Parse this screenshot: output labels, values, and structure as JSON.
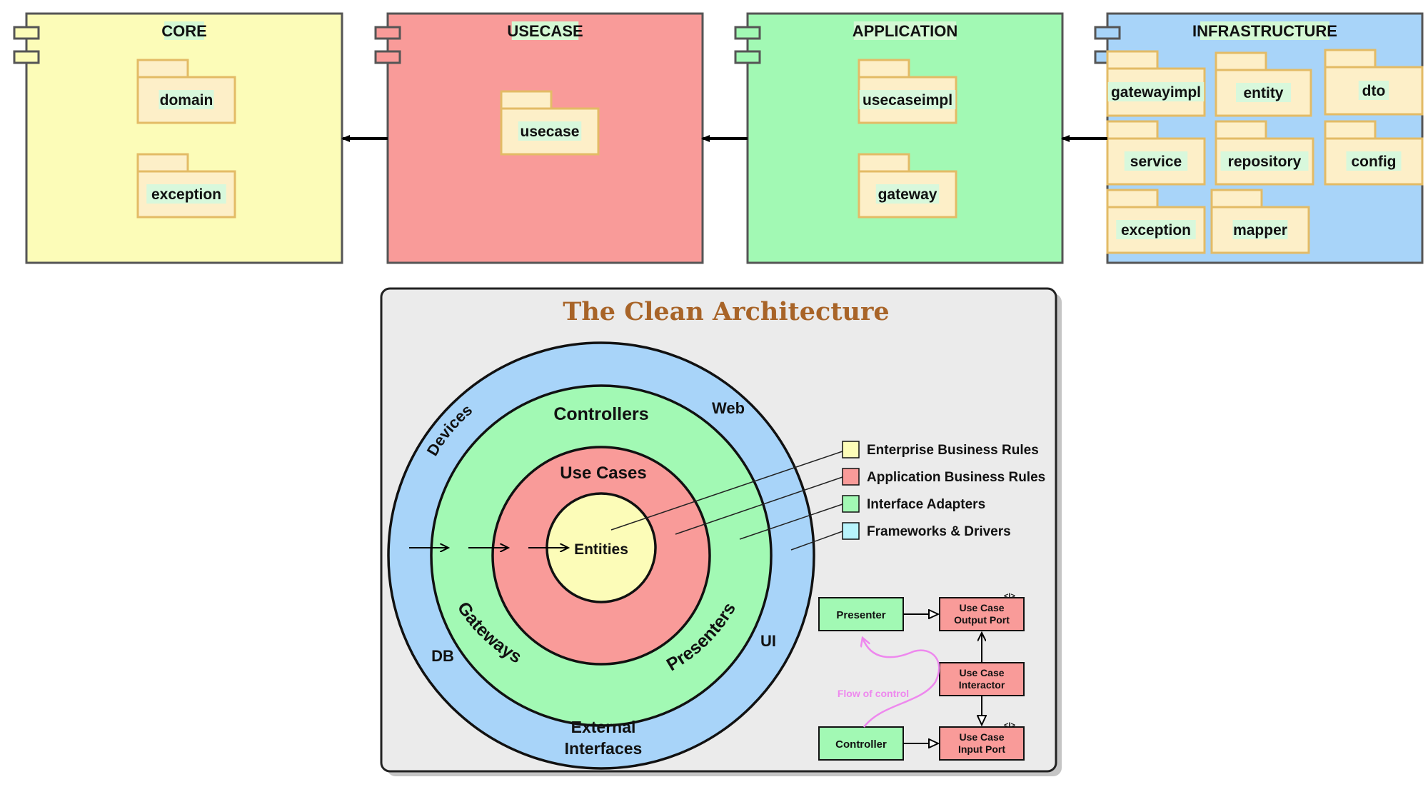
{
  "components": [
    {
      "title": "CORE",
      "fill": "#fcfcb8",
      "title_highlight": "#d4f8d4",
      "packages": [
        "domain",
        "exception"
      ]
    },
    {
      "title": "USECASE",
      "fill": "#f99b99",
      "title_highlight": "#d4f8d4",
      "packages": [
        "usecase"
      ]
    },
    {
      "title": "APPLICATION",
      "fill": "#a2f9b4",
      "title_highlight": "#d4f8d4",
      "packages": [
        "usecaseimpl",
        "gateway"
      ]
    },
    {
      "title": "INFRASTRUCTURE",
      "fill": "#a8d4f9",
      "title_highlight": "#d4f8d4",
      "packages": [
        "gatewayimpl",
        "entity",
        "dto",
        "service",
        "repository",
        "config",
        "exception",
        "mapper"
      ]
    }
  ],
  "clean": {
    "title": "The Clean Architecture",
    "rings": {
      "outer": [
        "Devices",
        "Web",
        "DB",
        "UI",
        "External",
        "Interfaces"
      ],
      "adapters": [
        "Controllers",
        "Gateways",
        "Presenters"
      ],
      "usecases": "Use Cases",
      "entities": "Entities"
    },
    "legend": [
      {
        "label": "Enterprise Business Rules",
        "color": "#fcfcb8"
      },
      {
        "label": "Application Business Rules",
        "color": "#f99b99"
      },
      {
        "label": "Interface Adapters",
        "color": "#a2f9b4"
      },
      {
        "label": "Frameworks & Drivers",
        "color": "#b8f4fc"
      }
    ],
    "flow": {
      "presenter": "Presenter",
      "controller": "Controller",
      "output_port": [
        "Use Case",
        "Output Port"
      ],
      "interactor": [
        "Use Case",
        "Interactor"
      ],
      "input_port": [
        "Use Case",
        "Input Port"
      ],
      "interface_marker": "<I>",
      "flow_label": "Flow of control"
    }
  },
  "colors": {
    "outline": "#555555",
    "package_fill": "#fdefc8",
    "package_stroke": "#e3bb66",
    "panel_bg": "#ebebeb",
    "title_color": "#a86428",
    "ring_blue": "#a8d4f9",
    "ring_green": "#a2f9b4",
    "ring_red": "#f99b99",
    "ring_yellow": "#fcfcb8",
    "flow_pink": "#ee88ee"
  }
}
